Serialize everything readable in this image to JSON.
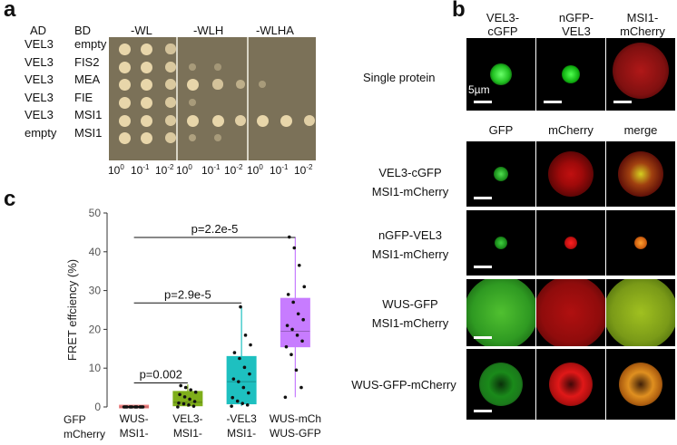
{
  "panel_a": {
    "letter": "a",
    "header_ad": "AD",
    "header_bd": "BD",
    "conditions": [
      "-WL",
      "-WLH",
      "-WLHA"
    ],
    "rows": [
      {
        "ad": "VEL3",
        "bd": "empty"
      },
      {
        "ad": "VEL3",
        "bd": "FIS2"
      },
      {
        "ad": "VEL3",
        "bd": "MEA"
      },
      {
        "ad": "VEL3",
        "bd": "FIE"
      },
      {
        "ad": "VEL3",
        "bd": "MSI1"
      },
      {
        "ad": "empty",
        "bd": "MSI1"
      }
    ],
    "dilution_base": "10",
    "dilution_exponents": [
      "0",
      "-1",
      "-2"
    ]
  },
  "panel_b": {
    "letter": "b",
    "single_headers": [
      "VEL3-\ncGFP",
      "nGFP-\nVEL3",
      "MSI1-\nmCherry"
    ],
    "single_row_label": "Single protein",
    "scale_label": "5µm",
    "channel_headers": [
      "GFP",
      "mCherry",
      "merge"
    ],
    "rows": [
      {
        "label1": "VEL3-cGFP",
        "label2": "MSI1-mCherry"
      },
      {
        "label1": "nGFP-VEL3",
        "label2": "MSI1-mCherry"
      },
      {
        "label1": "WUS-GFP",
        "label2": "MSI1-mCherry"
      },
      {
        "label1": "WUS-GFP-mCherry",
        "label2": ""
      }
    ]
  },
  "panel_c": {
    "letter": "c",
    "row_labels": [
      "GFP",
      "mCherry"
    ],
    "comparisons": [
      {
        "text": "p=0.002",
        "from": 0,
        "to": 1,
        "y": 6.2
      },
      {
        "text": "p=2.9e-5",
        "from": 0,
        "to": 2,
        "y": 26.8
      },
      {
        "text": "p=2.2e-5",
        "from": 0,
        "to": 3,
        "y": 43.7
      }
    ]
  },
  "chart_data": {
    "type": "box",
    "ylabel": "FRET effciency (%)",
    "ylim": [
      0,
      50
    ],
    "yticks": [
      0,
      10,
      20,
      30,
      40,
      50
    ],
    "ytick_labels": [
      "0",
      "10",
      "20",
      "30",
      "40",
      "50"
    ],
    "categories": [
      {
        "gfp": "WUS-",
        "mcherry": "MSI1-"
      },
      {
        "gfp": "VEL3-",
        "mcherry": "MSI1-"
      },
      {
        "gfp": "-VEL3",
        "mcherry": "MSI1-"
      },
      {
        "gfp": "WUS-mCh",
        "mcherry": "WUS-GFP"
      }
    ],
    "colors": [
      "#f08080",
      "#7fae1a",
      "#1ec0c0",
      "#c77cff"
    ],
    "boxes": [
      {
        "min": 0,
        "q1": 0,
        "median": 0,
        "q3": 0.1,
        "max": 0.2
      },
      {
        "min": 0,
        "q1": 0.3,
        "median": 1.2,
        "q3": 4.0,
        "max": 5.8
      },
      {
        "min": 0.2,
        "q1": 0.8,
        "median": 6.5,
        "q3": 13.0,
        "max": 25.8
      },
      {
        "min": 2.5,
        "q1": 15.5,
        "median": 19.5,
        "q3": 28.0,
        "max": 43.8
      }
    ],
    "points": [
      [
        0,
        0,
        0,
        0,
        0,
        0,
        0,
        0,
        0,
        0,
        0,
        0,
        0,
        0
      ],
      [
        0,
        0.2,
        0.5,
        0.8,
        1.0,
        1.4,
        2.0,
        2.6,
        3.2,
        3.8,
        4.4,
        5.0,
        5.5
      ],
      [
        0.2,
        0.5,
        0.9,
        1.5,
        2.4,
        3.6,
        5.0,
        6.5,
        7.2,
        8.5,
        10.2,
        12.5,
        14.0,
        16.0,
        18.5,
        25.8
      ],
      [
        2.5,
        5.0,
        9.5,
        13.5,
        15.5,
        17.0,
        18.5,
        20.0,
        21.0,
        22.5,
        24.0,
        27.0,
        29.0,
        31.0,
        36.5,
        41.0,
        43.8
      ]
    ]
  }
}
